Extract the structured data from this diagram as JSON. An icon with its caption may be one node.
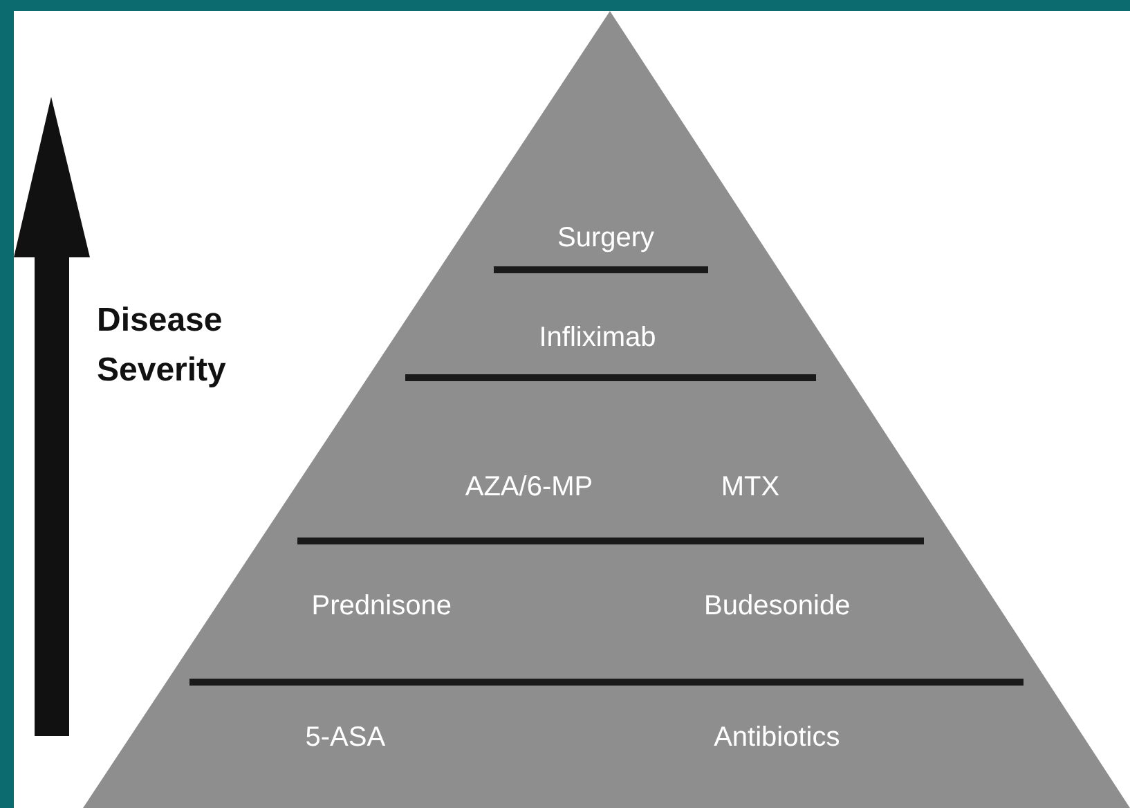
{
  "diagram": {
    "nodes": [
      {
        "text": [],
        "shape": "triangle"
      },
      {
        "text": [
          "Surgery"
        ],
        "in": 0
      },
      {
        "text": [
          "Infliximab"
        ],
        "in": 0
      },
      {
        "text": [
          "AZA/6-MP",
          "MTX"
        ],
        "in": 0
      },
      {
        "text": [
          "Prednisone",
          "Budesonide"
        ],
        "in": 0
      },
      {
        "text": [
          "5-ASA",
          "Antibiotics"
        ],
        "in": 0
      }
    ],
    "edges": [],
    "labels": [
      "Disease Severity"
    ]
  }
}
